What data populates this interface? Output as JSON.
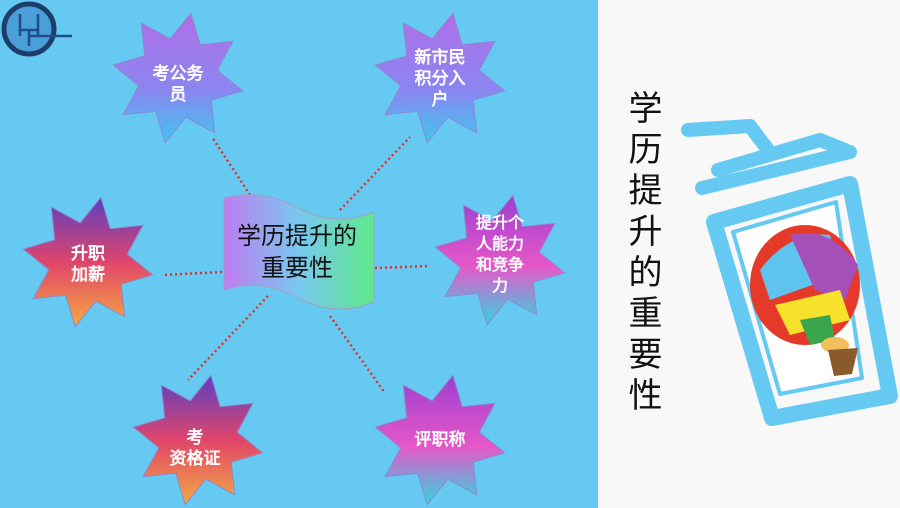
{
  "slide": {
    "title_vertical": "学历提升的重要性",
    "center_topic": {
      "line1": "学历提升的",
      "line2": "重要性"
    },
    "branches": [
      {
        "id": "civil-service",
        "text": "考公务\n员"
      },
      {
        "id": "new-citizen",
        "text": "新市民\n积分入\n户"
      },
      {
        "id": "promotion",
        "text": "升职\n加薪"
      },
      {
        "id": "ability",
        "text": "提升个\n人能力\n和竞争\n力"
      },
      {
        "id": "certificate",
        "text": "考\n资格证"
      },
      {
        "id": "title-eval",
        "text": "评职称"
      }
    ],
    "logo_text": "H",
    "colors": {
      "left_bg": "#66c9f2",
      "right_bg": "#f8f8f8",
      "connector": "#e0302a",
      "cup": "#66c9f2"
    }
  }
}
